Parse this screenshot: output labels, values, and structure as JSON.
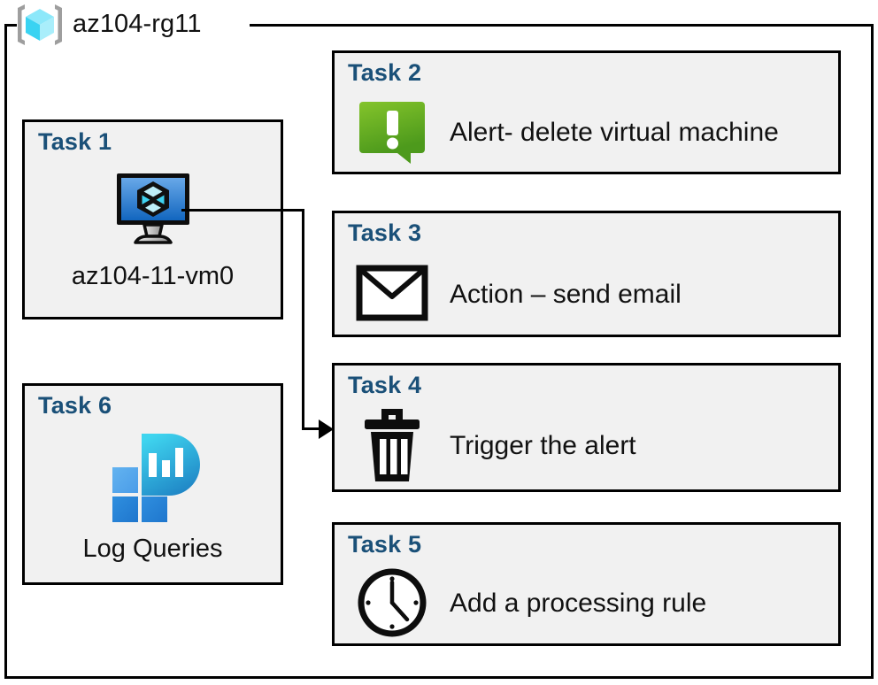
{
  "resource_group": {
    "icon": "azure-resource-group-cube-icon",
    "name": "az104-rg11"
  },
  "cards": {
    "task1": {
      "title": "Task 1",
      "icon": "virtual-machine-icon",
      "caption": "az104-11-vm0"
    },
    "task2": {
      "title": "Task 2",
      "icon": "alert-bubble-exclamation-icon",
      "caption": "Alert- delete virtual machine"
    },
    "task3": {
      "title": "Task 3",
      "icon": "envelope-email-icon",
      "caption": "Action – send email"
    },
    "task4": {
      "title": "Task 4",
      "icon": "trash-bin-delete-icon",
      "caption": "Trigger the alert"
    },
    "task5": {
      "title": "Task 5",
      "icon": "clock-icon",
      "caption": "Add a processing rule"
    },
    "task6": {
      "title": "Task 6",
      "icon": "log-analytics-icon",
      "caption": "Log Queries"
    }
  },
  "connector": {
    "name": "vm-to-task4-arrow",
    "from": "Task 1",
    "to": "Task 4"
  },
  "colors": {
    "title_blue": "#1a5078",
    "card_fill": "#f1f1f1",
    "border_black": "#000000",
    "alert_green_light": "#7ab929",
    "alert_green_dark": "#4f9b1f",
    "vm_blue_light": "#5aa0e8",
    "vm_blue_dark": "#1667bf",
    "log_cyan": "#32c8ea",
    "log_blue": "#2083d6",
    "rg_cube_cyan": "#6fe0f7",
    "rg_bracket_gray": "#9e9e9e"
  }
}
